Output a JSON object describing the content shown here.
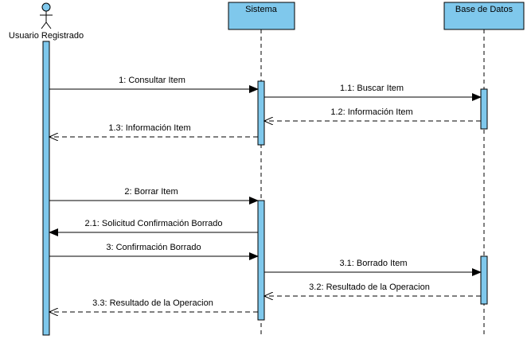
{
  "diagram": {
    "actor": {
      "label": "Usuario Registrado"
    },
    "participants": [
      {
        "id": "sistema",
        "label": "Sistema"
      },
      {
        "id": "bd",
        "label": "Base de Datos"
      }
    ],
    "messages": [
      {
        "label": "1: Consultar Item",
        "from": "usuario",
        "to": "sistema",
        "kind": "call"
      },
      {
        "label": "1.1: Buscar Item",
        "from": "sistema",
        "to": "bd",
        "kind": "call"
      },
      {
        "label": "1.2: Información Item",
        "from": "bd",
        "to": "sistema",
        "kind": "reply"
      },
      {
        "label": "1.3: Información Item",
        "from": "sistema",
        "to": "usuario",
        "kind": "reply"
      },
      {
        "label": "2: Borrar Item",
        "from": "usuario",
        "to": "sistema",
        "kind": "call"
      },
      {
        "label": "2.1: Solicitud Confirmación Borrado",
        "from": "sistema",
        "to": "usuario",
        "kind": "call"
      },
      {
        "label": "3: Confirmación Borrado",
        "from": "usuario",
        "to": "sistema",
        "kind": "call"
      },
      {
        "label": "3.1: Borrado Item",
        "from": "sistema",
        "to": "bd",
        "kind": "call"
      },
      {
        "label": "3.2: Resultado de la Operacion",
        "from": "bd",
        "to": "sistema",
        "kind": "reply"
      },
      {
        "label": "3.3: Resultado de la Operacion",
        "from": "sistema",
        "to": "usuario",
        "kind": "reply"
      }
    ]
  },
  "colors": {
    "fill": "#7fc8ec",
    "stroke": "#000000"
  }
}
